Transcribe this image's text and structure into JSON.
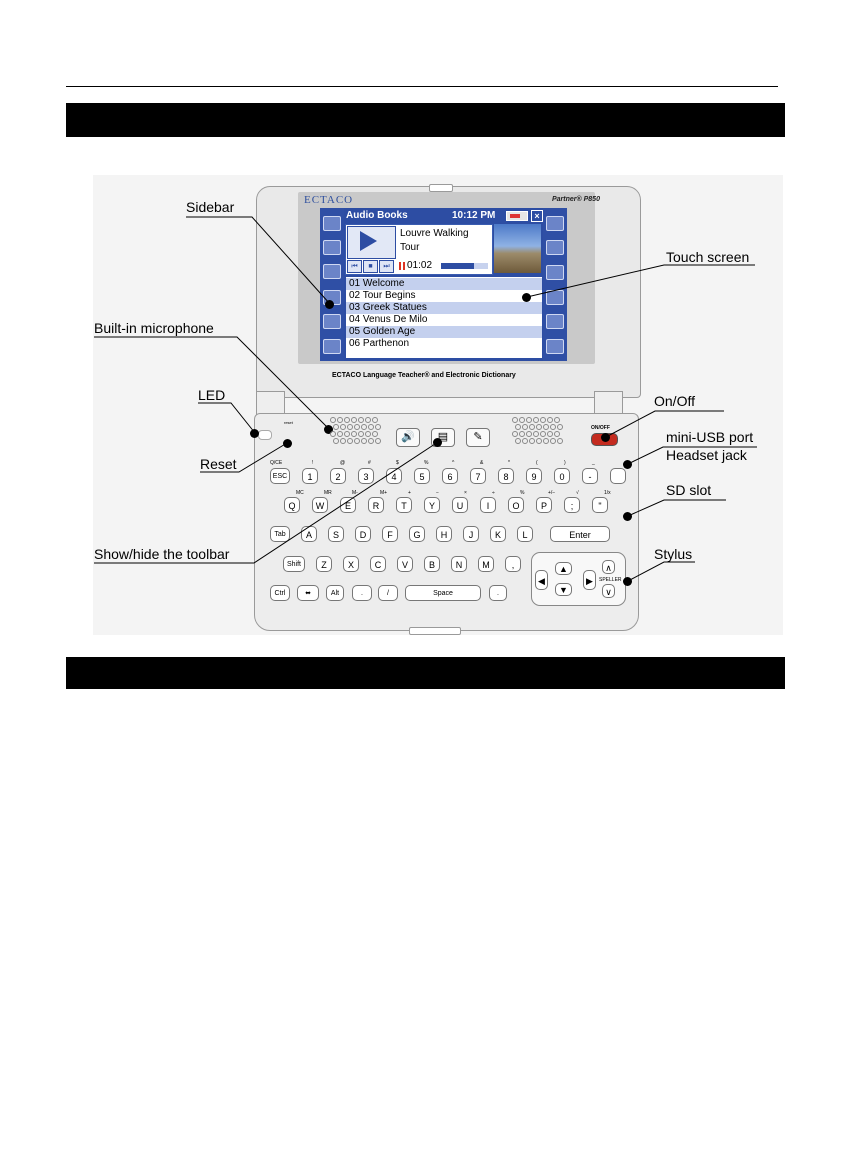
{
  "callouts": {
    "sidebar": "Sidebar",
    "touch_screen": "Touch screen",
    "microphone": "Built-in microphone",
    "led": "LED",
    "on_off": "On/Off",
    "reset": "Reset",
    "mini_usb": "mini-USB port",
    "headset": "Headset jack",
    "sd_slot": "SD slot",
    "show_hide_toolbar": "Show/hide the toolbar",
    "stylus": "Stylus"
  },
  "device": {
    "brand": "ECTACO",
    "model": "Partner® P850",
    "caption": "ECTACO Language Teacher® and Electronic Dictionary",
    "onoff_label": "ON/OFF",
    "reset_label": "reset",
    "sidebar_left_icons": [
      "dictionary-icon",
      "antenna-icon",
      "antenna-icon",
      "globe-icon",
      "grid-icon",
      "flashcards-icon"
    ],
    "sidebar_right_icons": [
      "keyboard-icon",
      "book-icon",
      "headphones-icon",
      "table-icon",
      "checklist-icon",
      "tools-icon"
    ],
    "toolbar_icons": [
      "speaker-icon",
      "toolbar-icon",
      "handwriting-icon"
    ]
  },
  "screen": {
    "app_title": "Audio Books",
    "time": "10:12 PM",
    "track_title": "Louvre Walking Tour",
    "elapsed": "01:02",
    "progress": 0.7,
    "tracks": [
      "01 Welcome",
      "02 Tour Begins",
      "03 Greek Statues",
      "04 Venus De Milo",
      "05 Golden Age",
      "06 Parthenon"
    ]
  },
  "keyboard": {
    "row1": [
      "ESC",
      "1",
      "2",
      "3",
      "4",
      "5",
      "6",
      "7",
      "8",
      "9",
      "0",
      "-",
      ""
    ],
    "row1_top": [
      "Q/CE",
      "!",
      "@",
      "#",
      "$",
      "%",
      "^",
      "&",
      "*",
      "(",
      ")",
      "_",
      ""
    ],
    "row2": [
      "Q",
      "W",
      "E",
      "R",
      "T",
      "Y",
      "U",
      "I",
      "O",
      "P",
      ";",
      "\""
    ],
    "row2_top": [
      "MC",
      "MR",
      "M-",
      "M+",
      "+",
      "−",
      "×",
      "÷",
      "%",
      "+/−",
      "√",
      "1/x"
    ],
    "row3": [
      "Tab",
      "A",
      "S",
      "D",
      "F",
      "G",
      "H",
      "J",
      "K",
      "L",
      "Enter"
    ],
    "row4": [
      "Shift",
      "Z",
      "X",
      "C",
      "V",
      "B",
      "N",
      "M",
      ","
    ],
    "row5": [
      "Ctrl",
      "⬌",
      "Alt",
      ".",
      "/",
      "Space",
      "."
    ],
    "speller": "SPELLER"
  }
}
